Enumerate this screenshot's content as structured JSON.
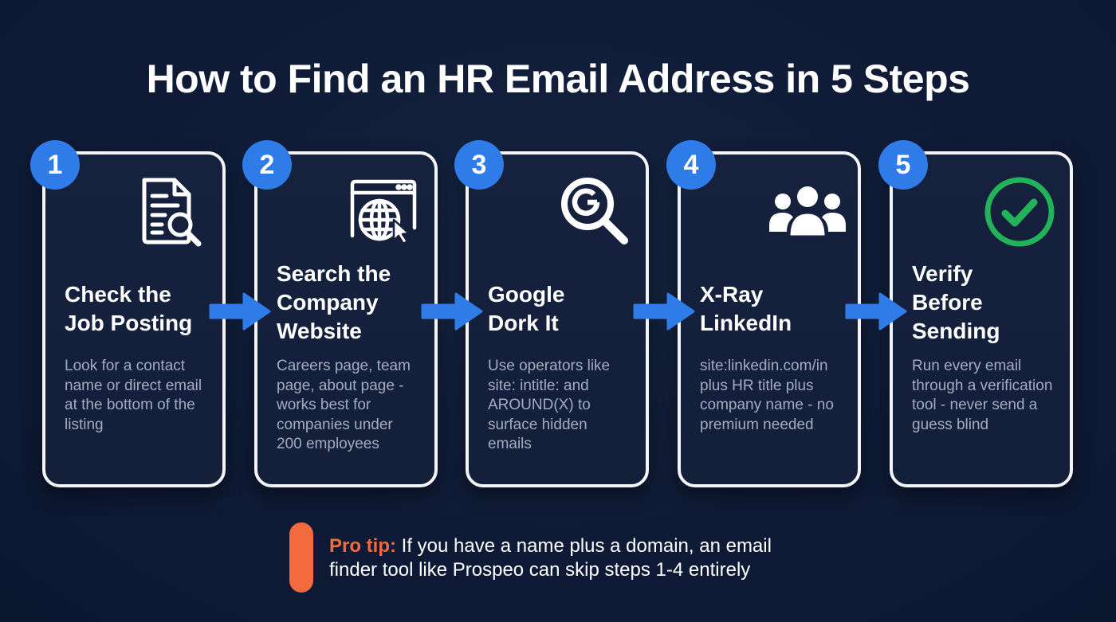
{
  "title": "How to Find an HR Email Address in 5 Steps",
  "colors": {
    "background": "#0f1b36",
    "badge": "#2f7ce8",
    "arrow": "#2f7ce8",
    "check": "#22b35a",
    "tip_accent": "#f26a3d",
    "desc_text": "#a3acc0"
  },
  "steps": [
    {
      "number": "1",
      "icon": "document-search-icon",
      "title_lines": [
        "Check the",
        "Job Posting"
      ],
      "desc_lines": [
        "Look for a contact",
        "name or direct email",
        "at the bottom of the",
        "listing"
      ]
    },
    {
      "number": "2",
      "icon": "website-globe-cursor-icon",
      "title_lines": [
        "Search the",
        "Company",
        "Website"
      ],
      "desc_lines": [
        "Careers page, team",
        "page, about page -",
        "works best for",
        "companies under",
        "200 employees"
      ]
    },
    {
      "number": "3",
      "icon": "google-search-icon",
      "title_lines": [
        "Google",
        "Dork It"
      ],
      "desc_lines": [
        "Use operators like",
        "site: intitle: and",
        "AROUND(X) to",
        "surface hidden",
        "emails"
      ]
    },
    {
      "number": "4",
      "icon": "people-group-icon",
      "title_lines": [
        "X-Ray",
        "LinkedIn"
      ],
      "desc_lines": [
        "site:linkedin.com/in",
        "plus HR title plus",
        "company name - no",
        "premium needed"
      ]
    },
    {
      "number": "5",
      "icon": "check-circle-icon",
      "title_lines": [
        "Verify",
        "Before",
        "Sending"
      ],
      "desc_lines": [
        "Run every email",
        "through a verification",
        "tool - never send a",
        "guess blind"
      ]
    }
  ],
  "tip": {
    "label": "Pro tip:",
    "line1": "If you have a name plus a domain, an email",
    "line2": "finder tool like Prospeo can skip steps 1-4 entirely"
  }
}
